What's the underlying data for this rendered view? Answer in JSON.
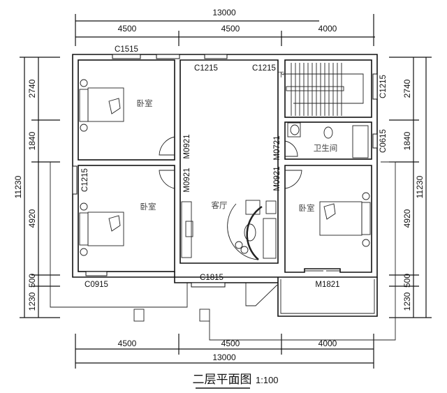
{
  "title": "二层平面图",
  "scale": "1:100",
  "dimensions": {
    "top_total": "13000",
    "top_segments": [
      "4500",
      "4500",
      "4000"
    ],
    "bottom_total": "13000",
    "bottom_segments": [
      "4500",
      "4500",
      "4000"
    ],
    "left_total": "11230",
    "left_segments": [
      "2740",
      "1840",
      "4920",
      "500",
      "1230"
    ],
    "right_total": "11230",
    "right_segments": [
      "2740",
      "1840",
      "4920",
      "500",
      "1230"
    ]
  },
  "rooms": {
    "bedroom_top_left": "卧室",
    "bedroom_bottom_left": "卧室",
    "living_room": "客厅",
    "bedroom_right": "卧室",
    "bathroom": "卫生间"
  },
  "windows": {
    "top_left": "C1515",
    "top_mid": "C1215",
    "top_right": "C1215",
    "stair_right": "C1215",
    "bath_right": "C0615",
    "left_bedroom": "C1215",
    "bottom_left": "C0915",
    "living_bottom": "C1815"
  },
  "doors": {
    "bedroom1": "M0921",
    "bedroom2": "M0921",
    "bathroom": "M0721",
    "bedroom3": "M0921",
    "balcony": "M1821"
  },
  "stair_note": "下"
}
